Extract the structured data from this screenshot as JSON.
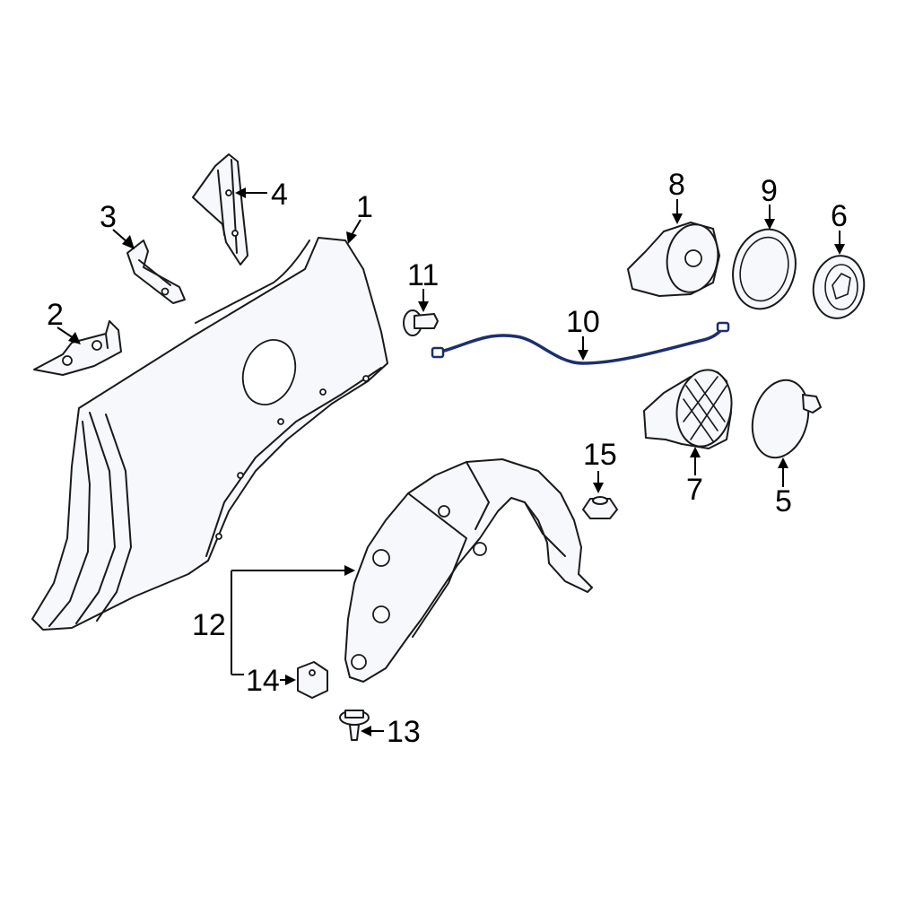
{
  "callouts": {
    "c1": "1",
    "c2": "2",
    "c3": "3",
    "c4": "4",
    "c5": "5",
    "c6": "6",
    "c7": "7",
    "c8": "8",
    "c9": "9",
    "c10": "10",
    "c11": "11",
    "c12": "12",
    "c13": "13",
    "c14": "14",
    "c15": "15"
  },
  "colors": {
    "outline": "#1a1a1a",
    "part_fill": "#f7f8fc",
    "highlight": "#1c2f6e"
  }
}
